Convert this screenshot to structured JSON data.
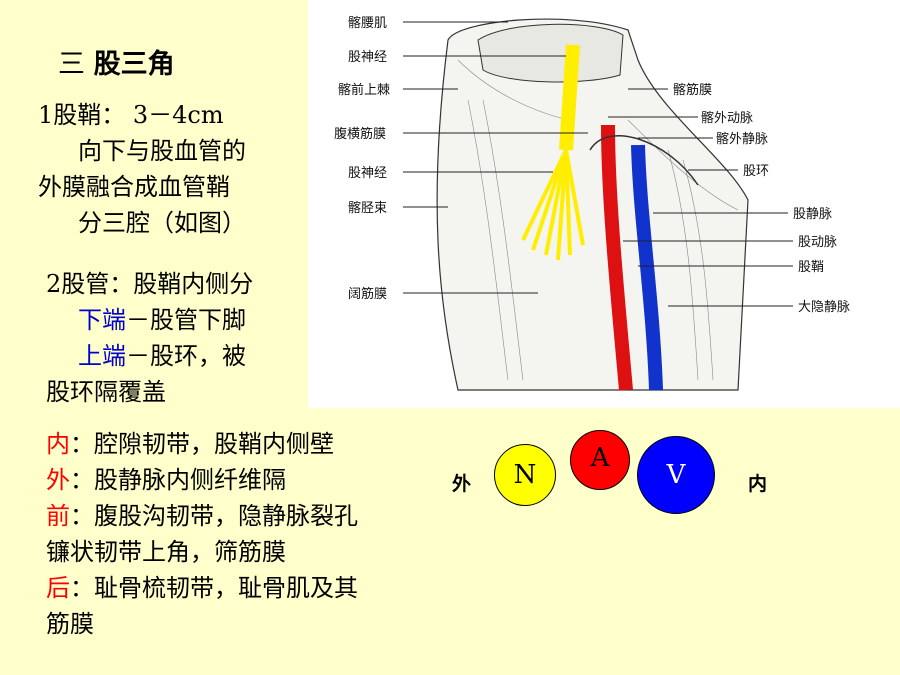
{
  "title": {
    "number": "三",
    "text": "股三角"
  },
  "sheath": {
    "line1": "1股鞘： 3－4cm",
    "line2": "向下与股血管的",
    "line3": "外膜融合成血管鞘",
    "line4": "分三腔（如图）"
  },
  "canal": {
    "line1": "2股管：股鞘内侧分",
    "lower_key": "下端",
    "lower_rest": "－股管下脚",
    "upper_key": "上端",
    "upper_rest": "－股环，被",
    "line4": "股环隔覆盖"
  },
  "walls": {
    "inner_key": "内",
    "inner_rest": "：腔隙韧带，股鞘内侧壁",
    "outer_key": "外",
    "outer_rest": "：股静脉内侧纤维隔",
    "front_key": "前",
    "front_rest": "：腹股沟韧带，隐静脉裂孔",
    "front_cont": "镰状韧带上角，筛筋膜",
    "back_key": "后",
    "back_rest": "：耻骨梳韧带，耻骨肌及其",
    "back_cont": "筋膜"
  },
  "nav": {
    "left_label": "外",
    "right_label": "内",
    "n": "N",
    "a": "A",
    "v": "V",
    "n_color": "#FFFF00",
    "a_color": "#FF0000",
    "v_color": "#0000FF"
  },
  "figure_labels": {
    "left": [
      "髂腰肌",
      "股神经",
      "髂前上棘",
      "腹横筋膜",
      "股神经",
      "髂胫束",
      "阔筋膜"
    ],
    "right": [
      "髂筋膜",
      "髂外动脉",
      "髂外静脉",
      "股环",
      "股静脉",
      "股动脉",
      "股鞘",
      "大隐静脉"
    ]
  }
}
